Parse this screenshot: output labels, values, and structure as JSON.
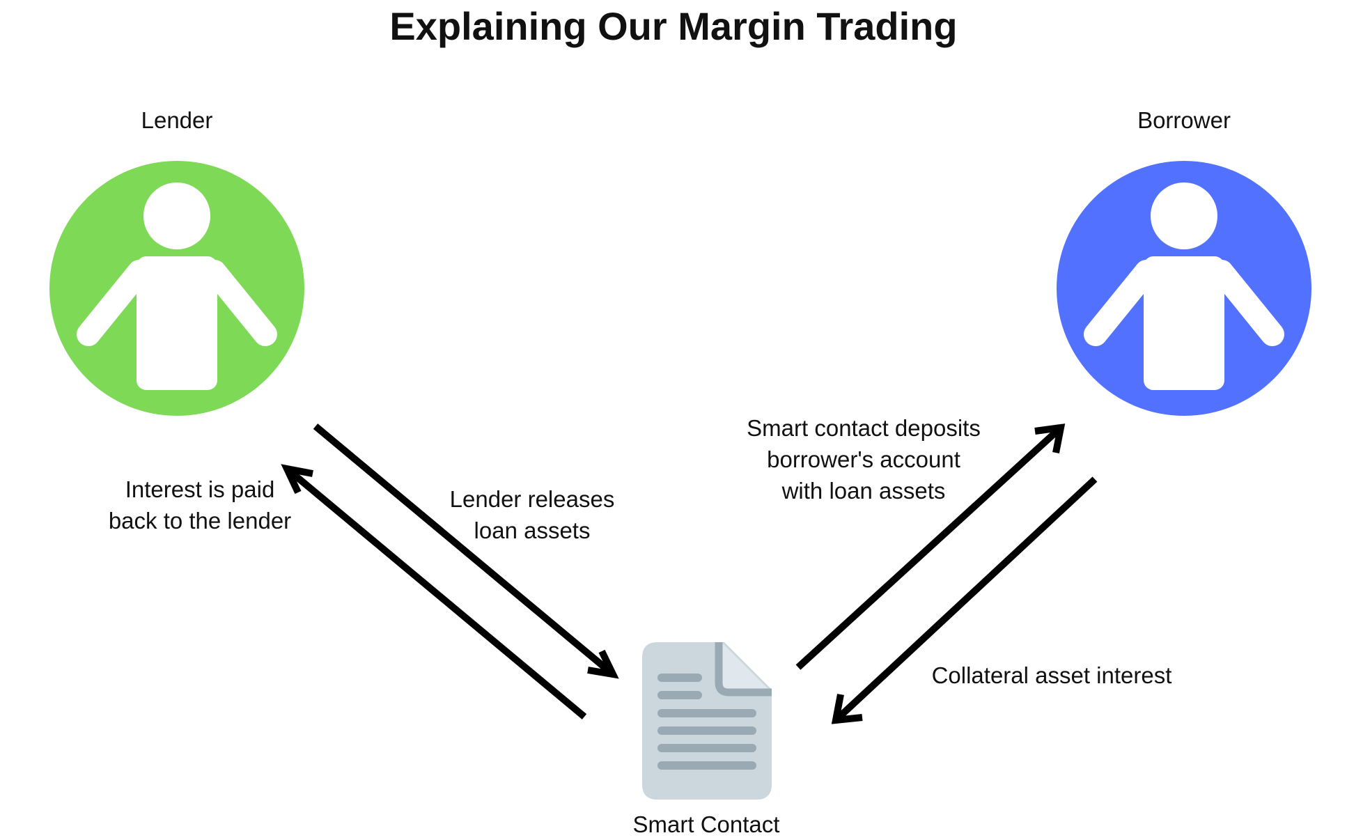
{
  "title": "Explaining Our Margin Trading",
  "nodes": {
    "lender": {
      "label": "Lender",
      "color": "#7ED957",
      "icon": "person-icon"
    },
    "borrower": {
      "label": "Borrower",
      "color": "#5271FF",
      "icon": "person-icon"
    },
    "contract": {
      "label": "Smart Contact",
      "color": "#CCD6DD",
      "icon": "document-icon"
    }
  },
  "edges": {
    "lender_release": "Lender releases\nloan assets",
    "interest_paid": "Interest is paid\nback to the lender",
    "deposit": "Smart contact deposits\nborrower's account\nwith loan assets",
    "collateral": "Collateral asset interest"
  }
}
